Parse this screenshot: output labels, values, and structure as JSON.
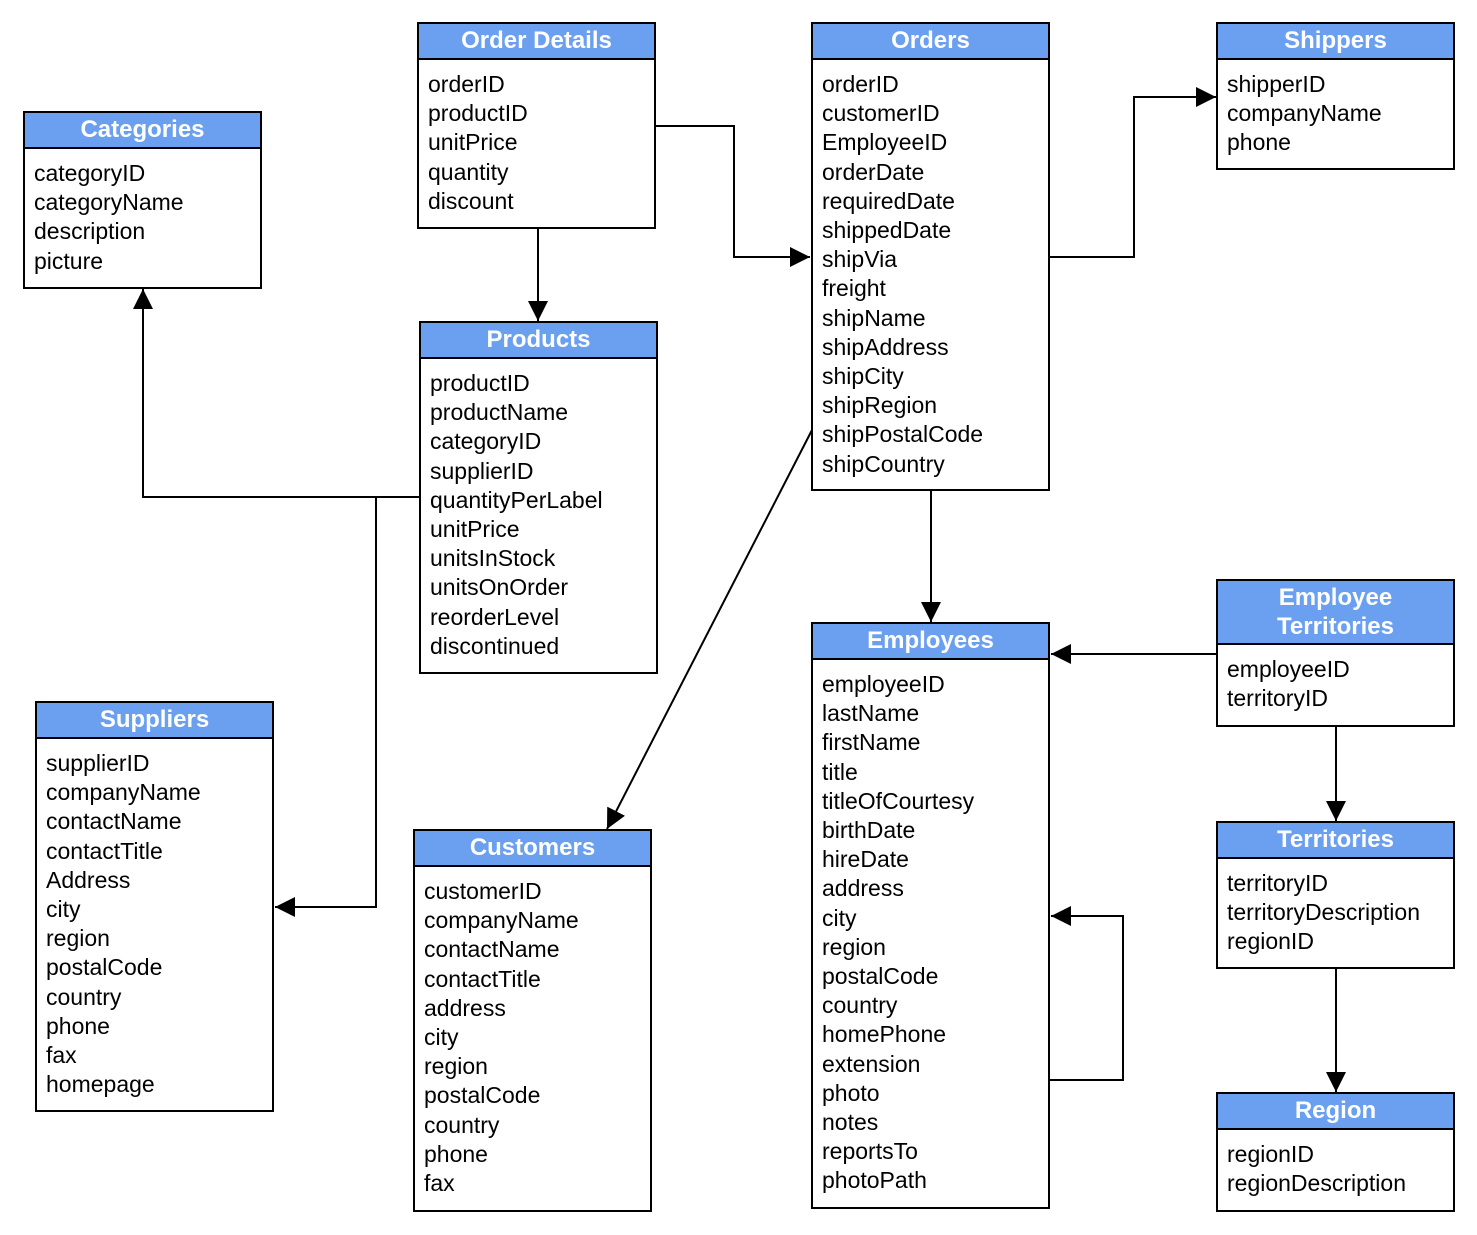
{
  "entities": {
    "order_details": {
      "title": "Order Details",
      "fields": [
        "orderID",
        "productID",
        "unitPrice",
        "quantity",
        "discount"
      ]
    },
    "orders": {
      "title": "Orders",
      "fields": [
        "orderID",
        "customerID",
        "EmployeeID",
        "orderDate",
        "requiredDate",
        "shippedDate",
        "shipVia",
        "freight",
        "shipName",
        "shipAddress",
        "shipCity",
        "shipRegion",
        "shipPostalCode",
        "shipCountry"
      ]
    },
    "shippers": {
      "title": "Shippers",
      "fields": [
        "shipperID",
        "companyName",
        "phone"
      ]
    },
    "categories": {
      "title": "Categories",
      "fields": [
        "categoryID",
        "categoryName",
        "description",
        "picture"
      ]
    },
    "products": {
      "title": "Products",
      "fields": [
        "productID",
        "productName",
        "categoryID",
        "supplierID",
        "quantityPerLabel",
        "unitPrice",
        "unitsInStock",
        "unitsOnOrder",
        "reorderLevel",
        "discontinued"
      ]
    },
    "suppliers": {
      "title": "Suppliers",
      "fields": [
        "supplierID",
        "companyName",
        "contactName",
        "contactTitle",
        "Address",
        "city",
        "region",
        "postalCode",
        "country",
        "phone",
        "fax",
        "homepage"
      ]
    },
    "customers": {
      "title": "Customers",
      "fields": [
        "customerID",
        "companyName",
        "contactName",
        "contactTitle",
        "address",
        "city",
        "region",
        "postalCode",
        "country",
        "phone",
        "fax"
      ]
    },
    "employees": {
      "title": "Employees",
      "fields": [
        "employeeID",
        "lastName",
        "firstName",
        "title",
        "titleOfCourtesy",
        "birthDate",
        "hireDate",
        "address",
        "city",
        "region",
        "postalCode",
        "country",
        "homePhone",
        "extension",
        "photo",
        "notes",
        "reportsTo",
        "photoPath"
      ]
    },
    "employee_territories": {
      "title_line1": "Employee",
      "title_line2": "Territories",
      "fields": [
        "employeeID",
        "territoryID"
      ]
    },
    "territories": {
      "title": "Territories",
      "fields": [
        "territoryID",
        "territoryDescription",
        "regionID"
      ]
    },
    "region": {
      "title": "Region",
      "fields": [
        "regionID",
        "regionDescription"
      ]
    }
  },
  "colors": {
    "header_fill": "#6b9fef",
    "header_text": "#ffffff",
    "border": "#000000"
  }
}
